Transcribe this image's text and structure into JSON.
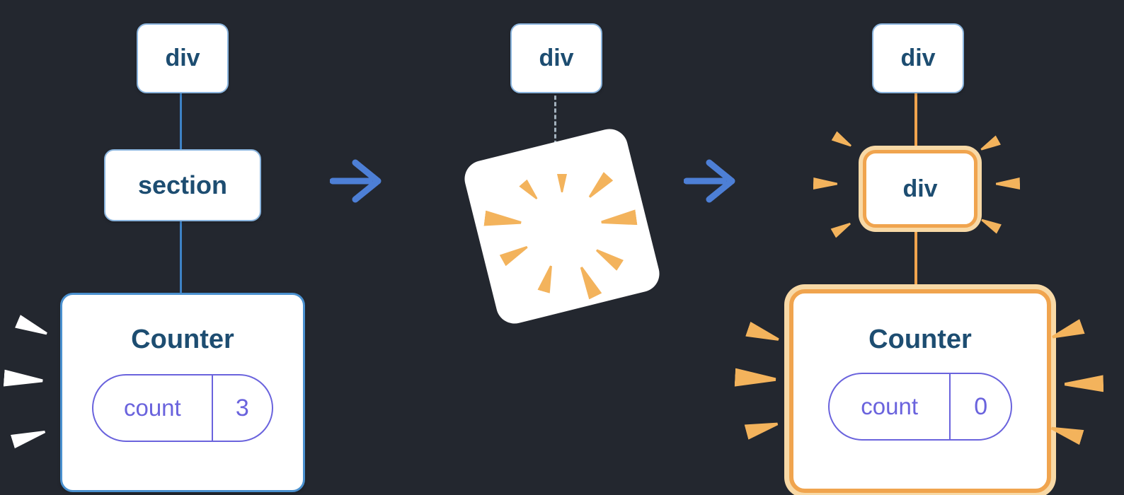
{
  "diagram": {
    "before": {
      "root": "div",
      "child": "section",
      "component": {
        "name": "Counter",
        "state": {
          "key": "count",
          "value": "3"
        }
      }
    },
    "transition": {
      "root": "div"
    },
    "after": {
      "root": "div",
      "replacement": "div",
      "component": {
        "name": "Counter",
        "state": {
          "key": "count",
          "value": "0"
        }
      }
    }
  },
  "colors": {
    "background": "#23272f",
    "node_border": "#8ab4dd",
    "counter_border": "#4a90cf",
    "tree_line_blue": "#3e82c6",
    "tree_line_dashed": "#a3b1bd",
    "label_text": "#1d4d71",
    "state_accent": "#6a63dd",
    "highlight_orange": "#f0a44e",
    "highlight_orange_light": "#f8d9a6",
    "burst_ray": "#f3b35c",
    "poof_white": "#ffffff",
    "arrow_blue": "#4d7fd6"
  }
}
